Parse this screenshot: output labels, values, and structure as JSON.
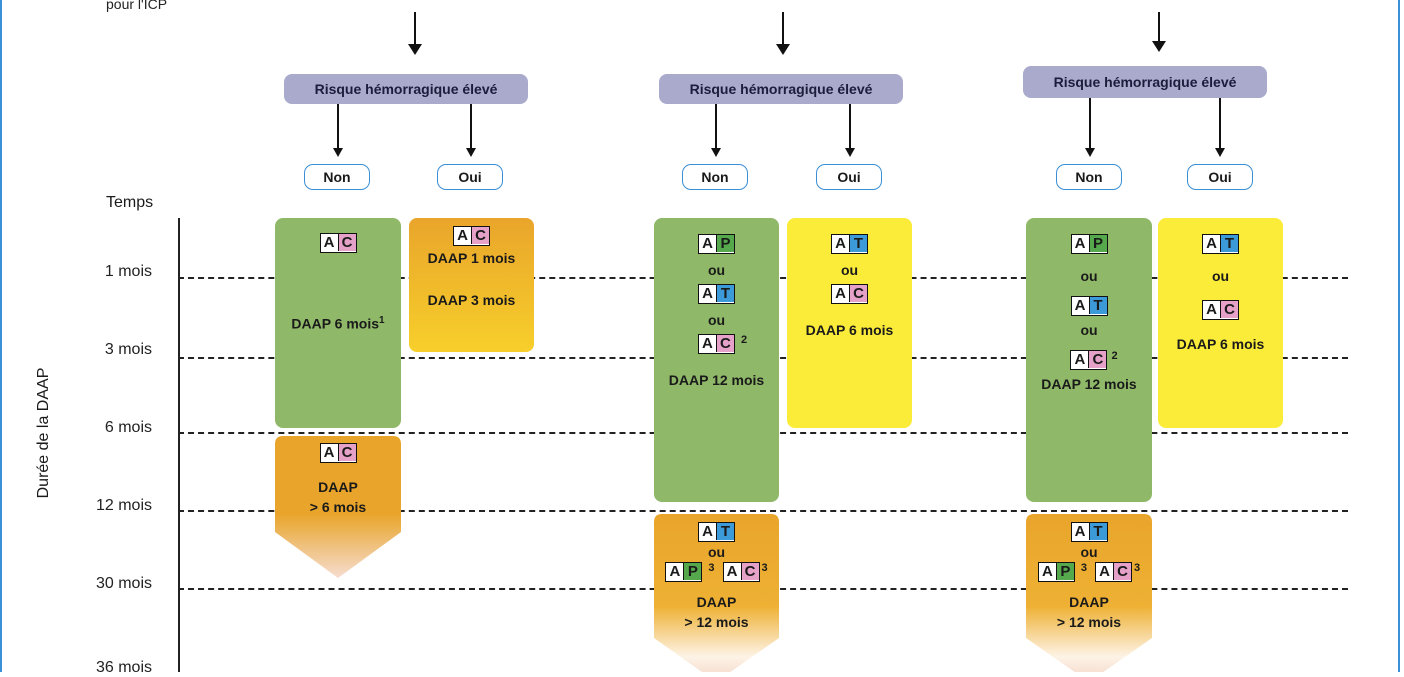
{
  "top_note": "pour l'ICP",
  "risk_label": "Risque hémorragique élevé",
  "answers": {
    "non": "Non",
    "oui": "Oui"
  },
  "axis": {
    "title": "Durée de la DAAP",
    "header": "Temps",
    "ticks": [
      "1 mois",
      "3 mois",
      "6 mois",
      "12 mois",
      "30 mois",
      "36 mois"
    ]
  },
  "drugs": {
    "A": "A",
    "C": "C",
    "P": "P",
    "T": "T"
  },
  "words": {
    "ou": "ou"
  },
  "col1": {
    "non": {
      "duration": "DAAP 6 mois",
      "sup": "1"
    },
    "non_ext": {
      "line1": "DAAP",
      "line2": "> 6 mois"
    },
    "oui": {
      "duration1": "DAAP 1 mois",
      "duration2": "DAAP 3 mois"
    }
  },
  "col2": {
    "non": {
      "duration": "DAAP 12 mois",
      "sup": "2"
    },
    "non_ext": {
      "line1": "DAAP",
      "line2": "> 12 mois",
      "sup": "3"
    },
    "oui": {
      "duration": "DAAP 6 mois"
    }
  },
  "col3": {
    "non": {
      "duration": "DAAP 12 mois",
      "sup": "2"
    },
    "non_ext": {
      "line1": "DAAP",
      "line2": "> 12 mois",
      "sup": "3"
    },
    "oui": {
      "duration": "DAAP 6 mois"
    }
  },
  "colors": {
    "green": "#8fb868",
    "yellow": "#fbec3a",
    "orange": "#e9a52b",
    "risk": "#a9aacc",
    "pill_border": "#3a8fd6",
    "clopidogrel": "#e6a1c8",
    "prasugrel": "#55a84b",
    "ticagrelor": "#3d9ad8"
  }
}
